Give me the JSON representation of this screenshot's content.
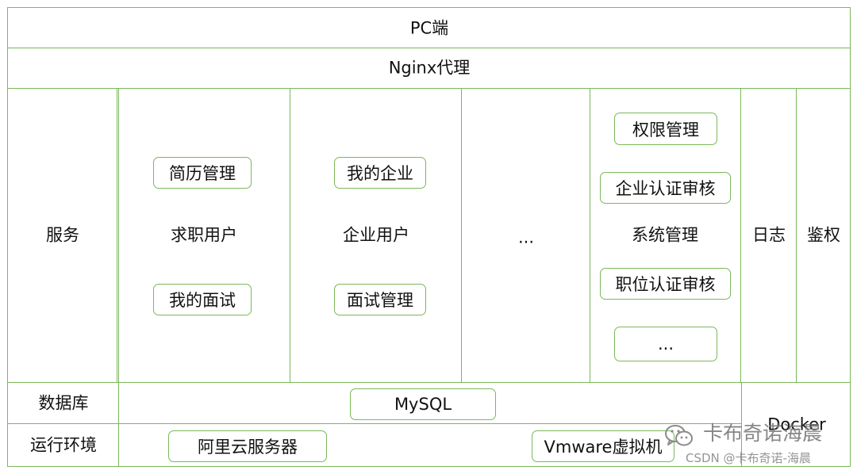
{
  "top": {
    "client": "PC端",
    "proxy": "Nginx代理"
  },
  "service_layer": {
    "label": "服务",
    "job_seeker": {
      "title": "求职用户",
      "items": [
        "简历管理",
        "我的面试"
      ]
    },
    "enterprise": {
      "title": "企业用户",
      "items": [
        "我的企业",
        "面试管理"
      ]
    },
    "more": "...",
    "system": {
      "title": "系统管理",
      "items": [
        "权限管理",
        "企业认证审核",
        "职位认证审核",
        "..."
      ]
    },
    "log": "日志",
    "auth": "鉴权"
  },
  "database": {
    "label": "数据库",
    "item": "MySQL"
  },
  "runtime": {
    "label": "运行环境",
    "items": [
      "阿里云服务器",
      "Vmware虚拟机"
    ]
  },
  "docker": "Docker",
  "watermark": {
    "main": "卡布奇诺海晨",
    "sub": "CSDN @卡布奇诺-海晨"
  },
  "colors": {
    "border": "#7ab85a",
    "text": "#111111",
    "watermark": "#7c7c7c"
  }
}
